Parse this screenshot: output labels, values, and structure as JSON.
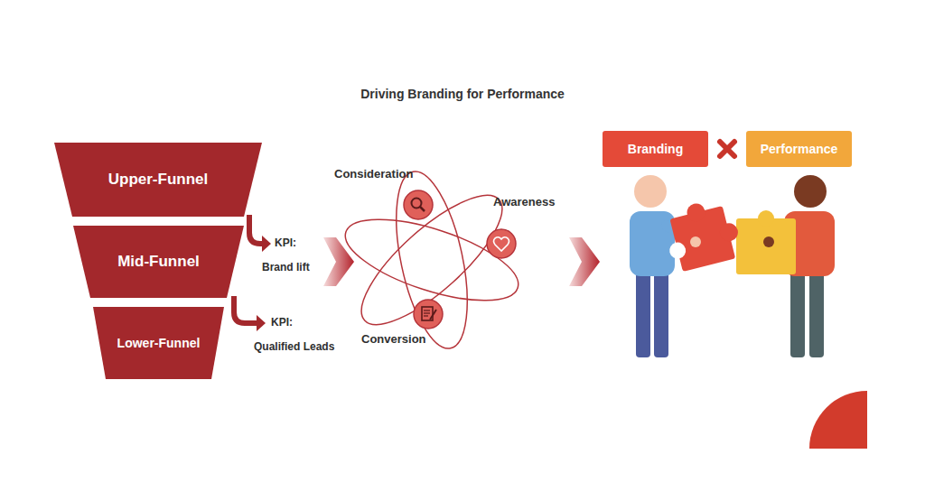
{
  "diagram": {
    "title": "Driving Branding for Performance",
    "nodes": [
      {
        "text": [
          "Upper-Funnel"
        ]
      },
      {
        "text": [
          "Mid-Funnel"
        ]
      },
      {
        "text": [
          "Lower-Funnel"
        ]
      },
      {
        "text": [
          "Branding"
        ]
      },
      {
        "text": [
          "Performance"
        ]
      }
    ],
    "labels": [
      "KPI:",
      "Brand lift",
      "KPI:",
      "Qualified Leads",
      "Consideration",
      "Awareness",
      "Conversion"
    ]
  }
}
